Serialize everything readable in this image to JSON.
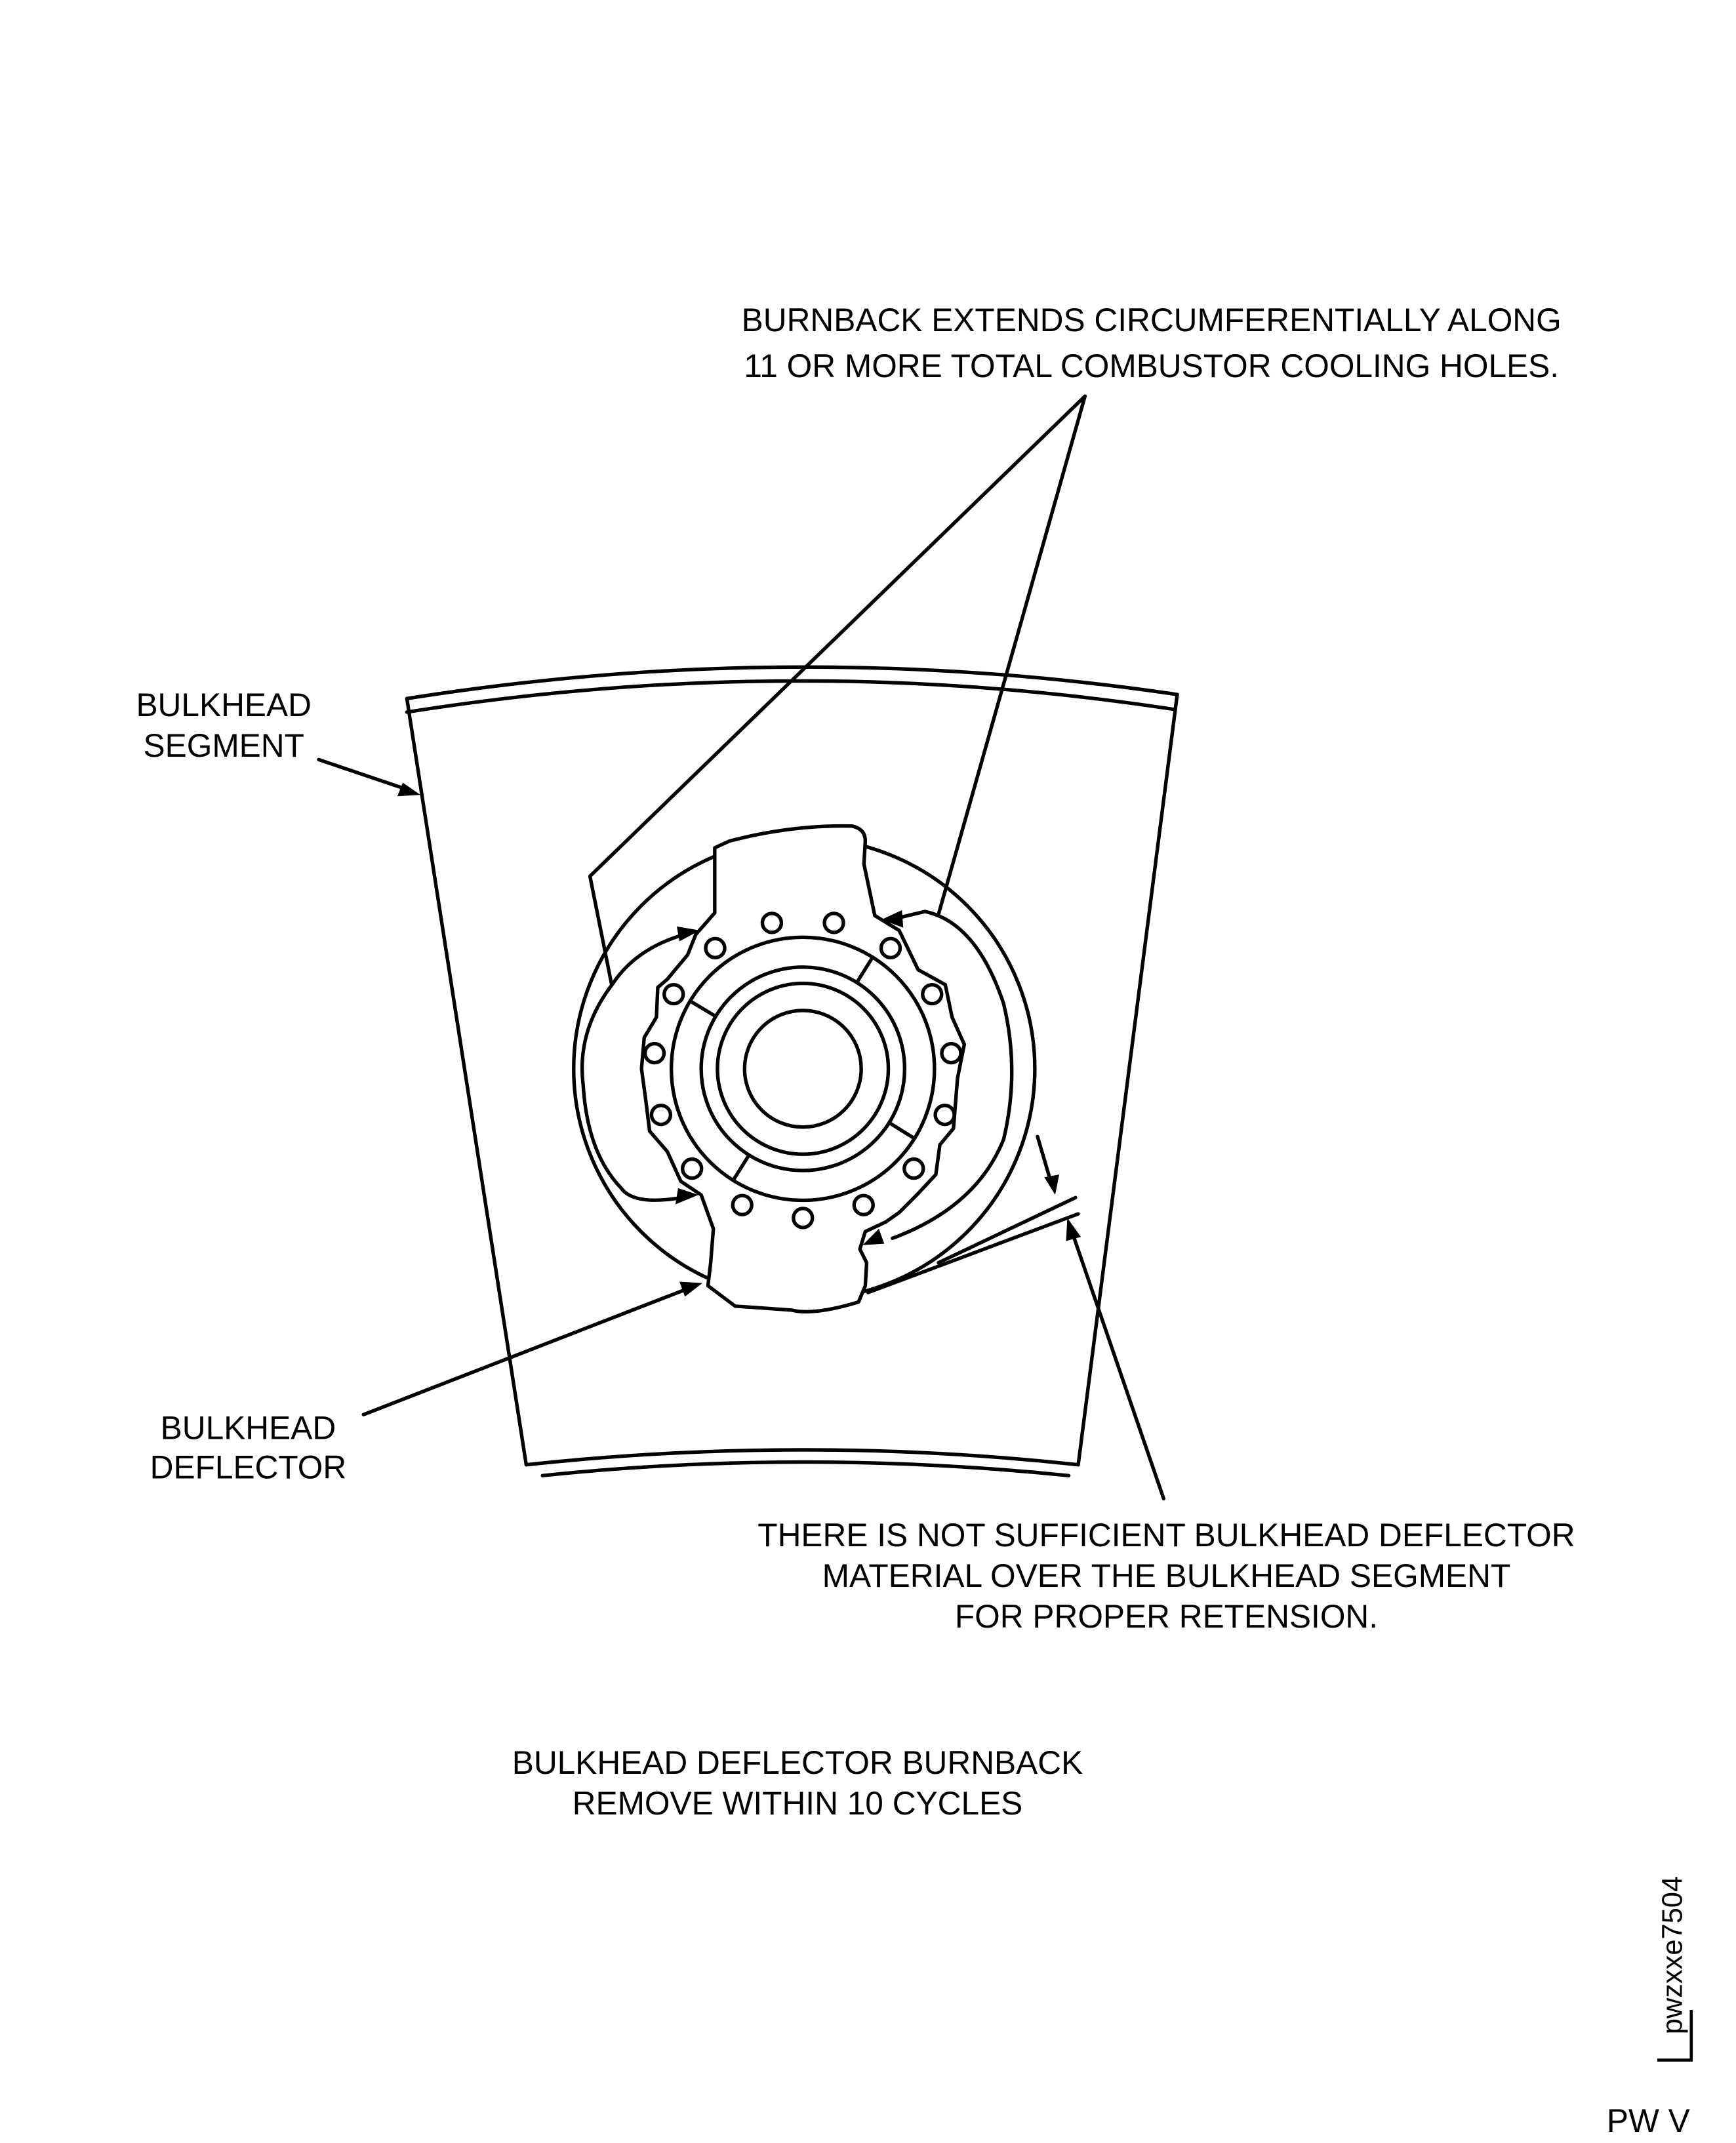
{
  "figure": {
    "callouts": {
      "burnback_line1": "BURNBACK EXTENDS CIRCUMFERENTIALLY ALONG",
      "burnback_line2": "11 OR MORE TOTAL COMBUSTOR COOLING HOLES.",
      "segment_line1": "BULKHEAD",
      "segment_line2": "SEGMENT",
      "deflector_line1": "BULKHEAD",
      "deflector_line2": "DEFLECTOR",
      "material_line1": "THERE IS NOT SUFFICIENT BULKHEAD DEFLECTOR",
      "material_line2": "MATERIAL OVER THE BULKHEAD SEGMENT",
      "material_line3": "FOR PROPER RETENSION."
    },
    "caption": {
      "line1": "BULKHEAD DEFLECTOR BURNBACK",
      "line2": "REMOVE WITHIN 10 CYCLES"
    },
    "figure_id": "pwzxxe7504",
    "source_mark": "PW V",
    "cooling_hole_count": 15
  }
}
